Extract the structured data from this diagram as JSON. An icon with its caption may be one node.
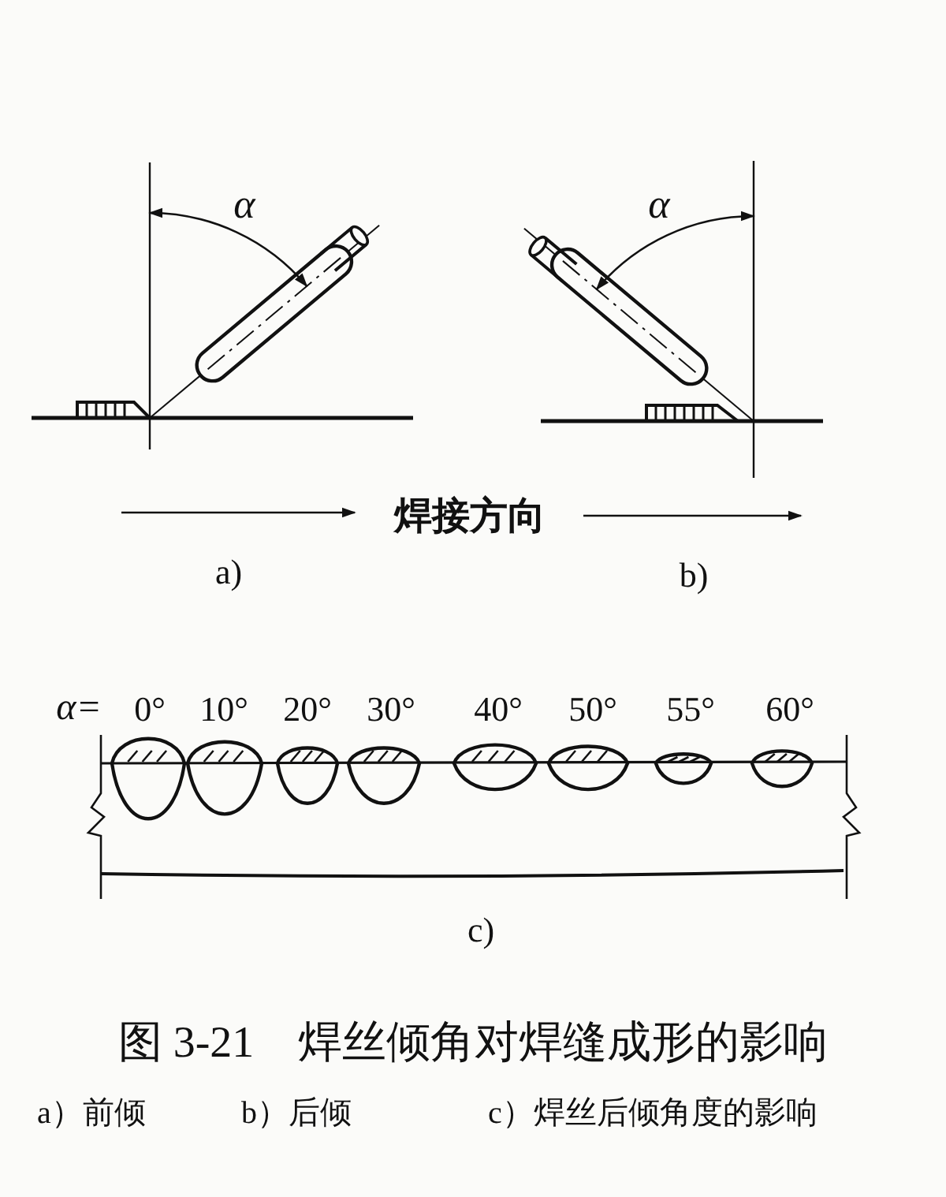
{
  "diagram": {
    "caption": "图 3-21　焊丝倾角对焊缝成形的影响",
    "labels": [
      "α",
      "α",
      "焊接方向",
      "a)",
      "b)",
      "α=",
      "0°",
      "10°",
      "20°",
      "30°",
      "40°",
      "50°",
      "55°",
      "60°",
      "c)",
      "a）前倾",
      "b）后倾",
      "c）焊丝后倾角度的影响"
    ]
  }
}
